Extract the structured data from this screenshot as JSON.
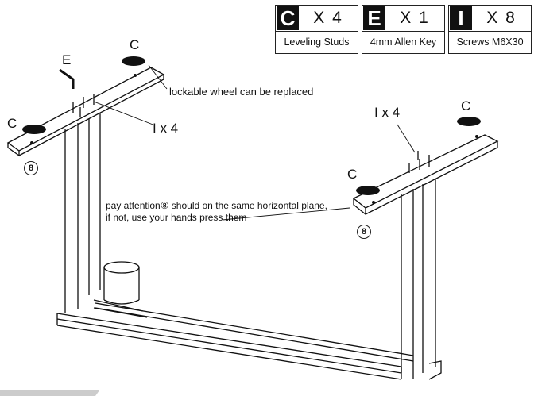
{
  "parts": [
    {
      "letter": "C",
      "qty": "X 4",
      "name": "Leveling Studs"
    },
    {
      "letter": "E",
      "qty": "X 1",
      "name": "4mm Allen Key"
    },
    {
      "letter": "I",
      "qty": "X 8",
      "name": "Screws M6X30"
    }
  ],
  "labels": {
    "c": "C",
    "e": "E",
    "ix4": "I x 4",
    "circle8": "8",
    "wheel_note": "lockable wheel can be replaced",
    "attention_line1": "pay attention⑧ should  on the same horizontal plane,",
    "attention_line2": "if not, use your hands press them"
  }
}
